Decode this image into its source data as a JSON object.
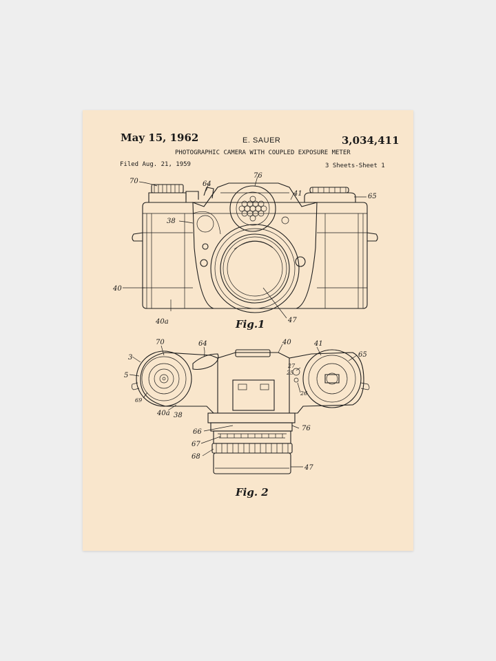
{
  "patent": {
    "date": "May 15, 1962",
    "inventor": "E. SAUER",
    "number": "3,034,411",
    "title": "PHOTOGRAPHIC CAMERA WITH COUPLED EXPOSURE METER",
    "filed": "Filed Aug. 21, 1959",
    "sheets": "3 Sheets-Sheet 1"
  },
  "fig1": {
    "caption": "Fig.1",
    "refs": {
      "r70": "70",
      "r64": "64",
      "r76": "76",
      "r41": "41",
      "r65": "65",
      "r38": "38",
      "r40": "40",
      "r40a": "40a",
      "r47": "47"
    }
  },
  "fig2": {
    "caption": "Fig. 2",
    "refs": {
      "r70": "70",
      "r64": "64",
      "r40": "40",
      "r41": "41",
      "r65": "65",
      "r3": "3",
      "r5": "5",
      "r27": "27",
      "r25": "25",
      "r26": "26",
      "r69": "69",
      "r40a": "40a",
      "r38": "38",
      "r66": "66",
      "r76": "76",
      "r67": "67",
      "r68": "68",
      "r47": "47"
    }
  }
}
